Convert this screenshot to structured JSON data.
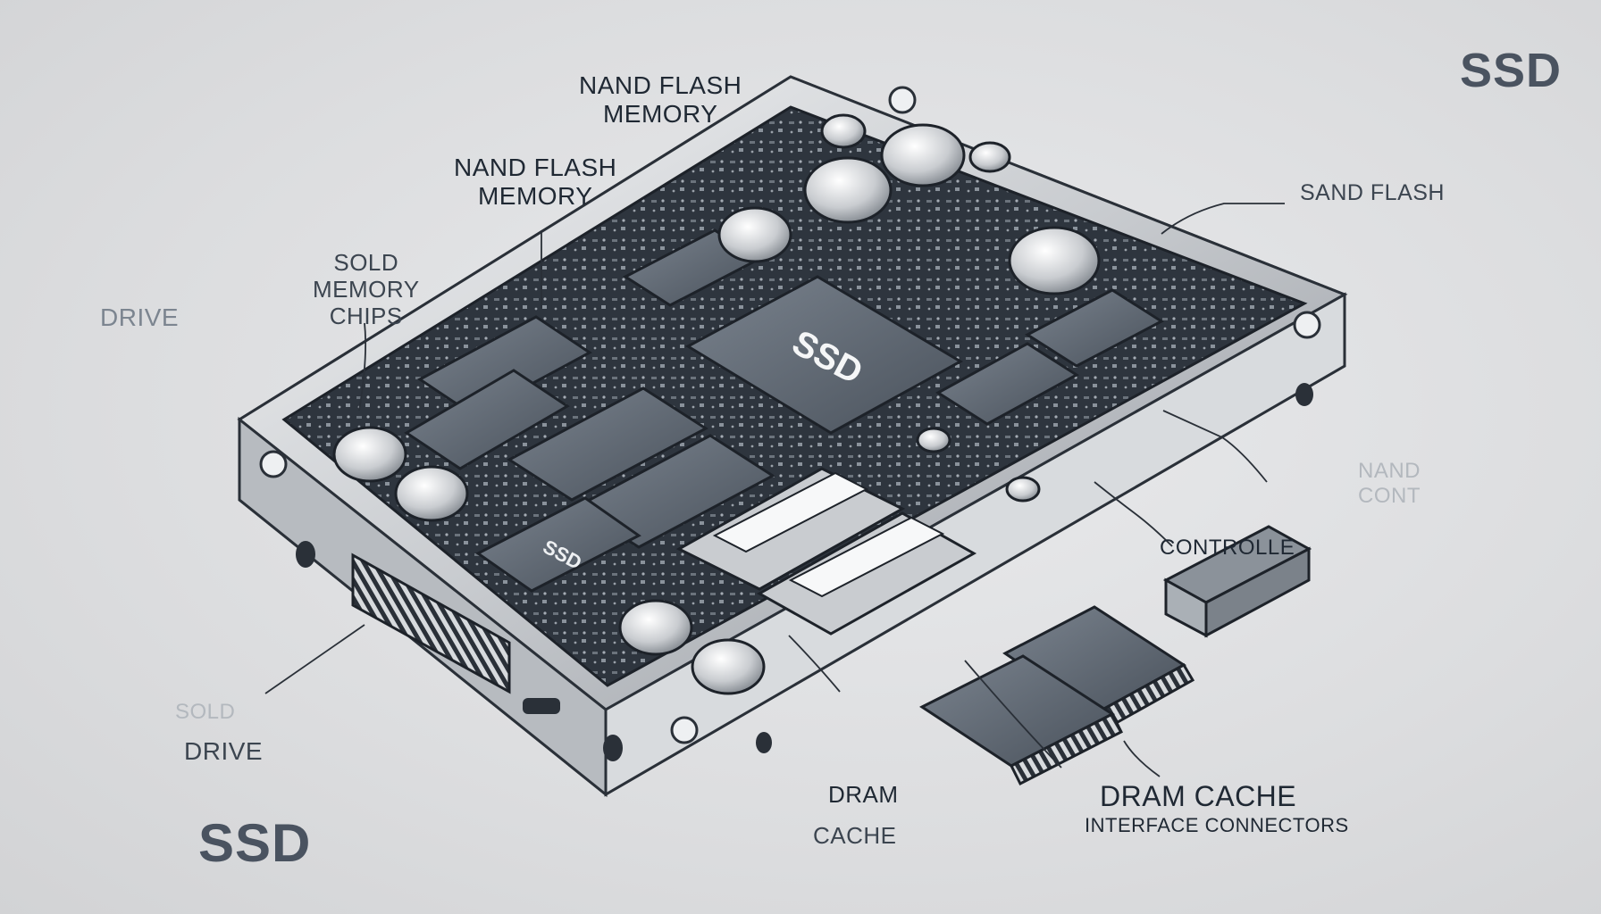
{
  "labels": {
    "nand_top": [
      "NAND FLASH",
      "MEMORY"
    ],
    "nand_mid": [
      "NAND FLASH",
      "MEMORY"
    ],
    "sold_memory": [
      "SOLD",
      "MEMORY",
      "CHIPS"
    ],
    "drive_left": "DRIVE",
    "drive_bottom_faint": "SOLD",
    "drive_bottom": "DRIVE",
    "ssd_bottom": "SSD",
    "ssd_top_right": "SSD",
    "sand_flash": "SAND FLASH",
    "nand_cont": [
      "NAND",
      "CONT"
    ],
    "controller": "CONTROLLE",
    "dram": "DRAM",
    "cache": "CACHE",
    "dram_cache": "DRAM CACHE",
    "interface_connectors": "INTERFACE CONNECTORS",
    "chip_ssd_main": "SSD",
    "chip_ssd_small": "SSD"
  },
  "colors": {
    "background": "#dcdddf",
    "casing": "#c9ccd0",
    "board": "#2b323b",
    "chip": "#5a636e",
    "label_dark": "#1f2833"
  }
}
